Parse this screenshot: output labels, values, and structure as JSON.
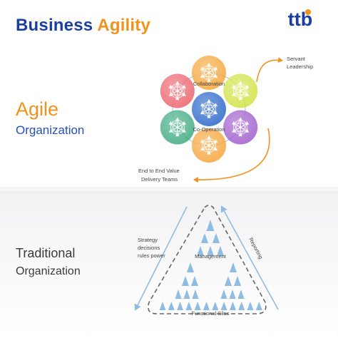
{
  "header": {
    "title_part1": "Business",
    "title_part2": "Agility",
    "logo_text": "ttb"
  },
  "agile": {
    "heading": "Agile",
    "subheading": "Organization",
    "center_labels": [
      "Collaboration",
      "Co-Operation"
    ],
    "callout_servant": [
      "Servant",
      "Leadership"
    ],
    "callout_teams": [
      "End to End Value",
      "Delivery Teams"
    ]
  },
  "traditional": {
    "heading": "Traditional",
    "subheading": "Organization",
    "left_note": [
      "Strategy",
      "decisions",
      "rules power"
    ],
    "right_note": "Reporting",
    "management_label": "Management",
    "silos_label": "Functional Silos"
  },
  "colors": {
    "title_blue": "#1b3fa0",
    "accent_orange": "#f2921d",
    "triangle_blue": "#8fbce3",
    "node_red": "#ec5a64",
    "node_orange": "#f5a132",
    "node_yellow": "#cfe03a",
    "node_purple": "#9b55c9",
    "node_green": "#35a67a",
    "node_blue": "#1f5fc7"
  }
}
